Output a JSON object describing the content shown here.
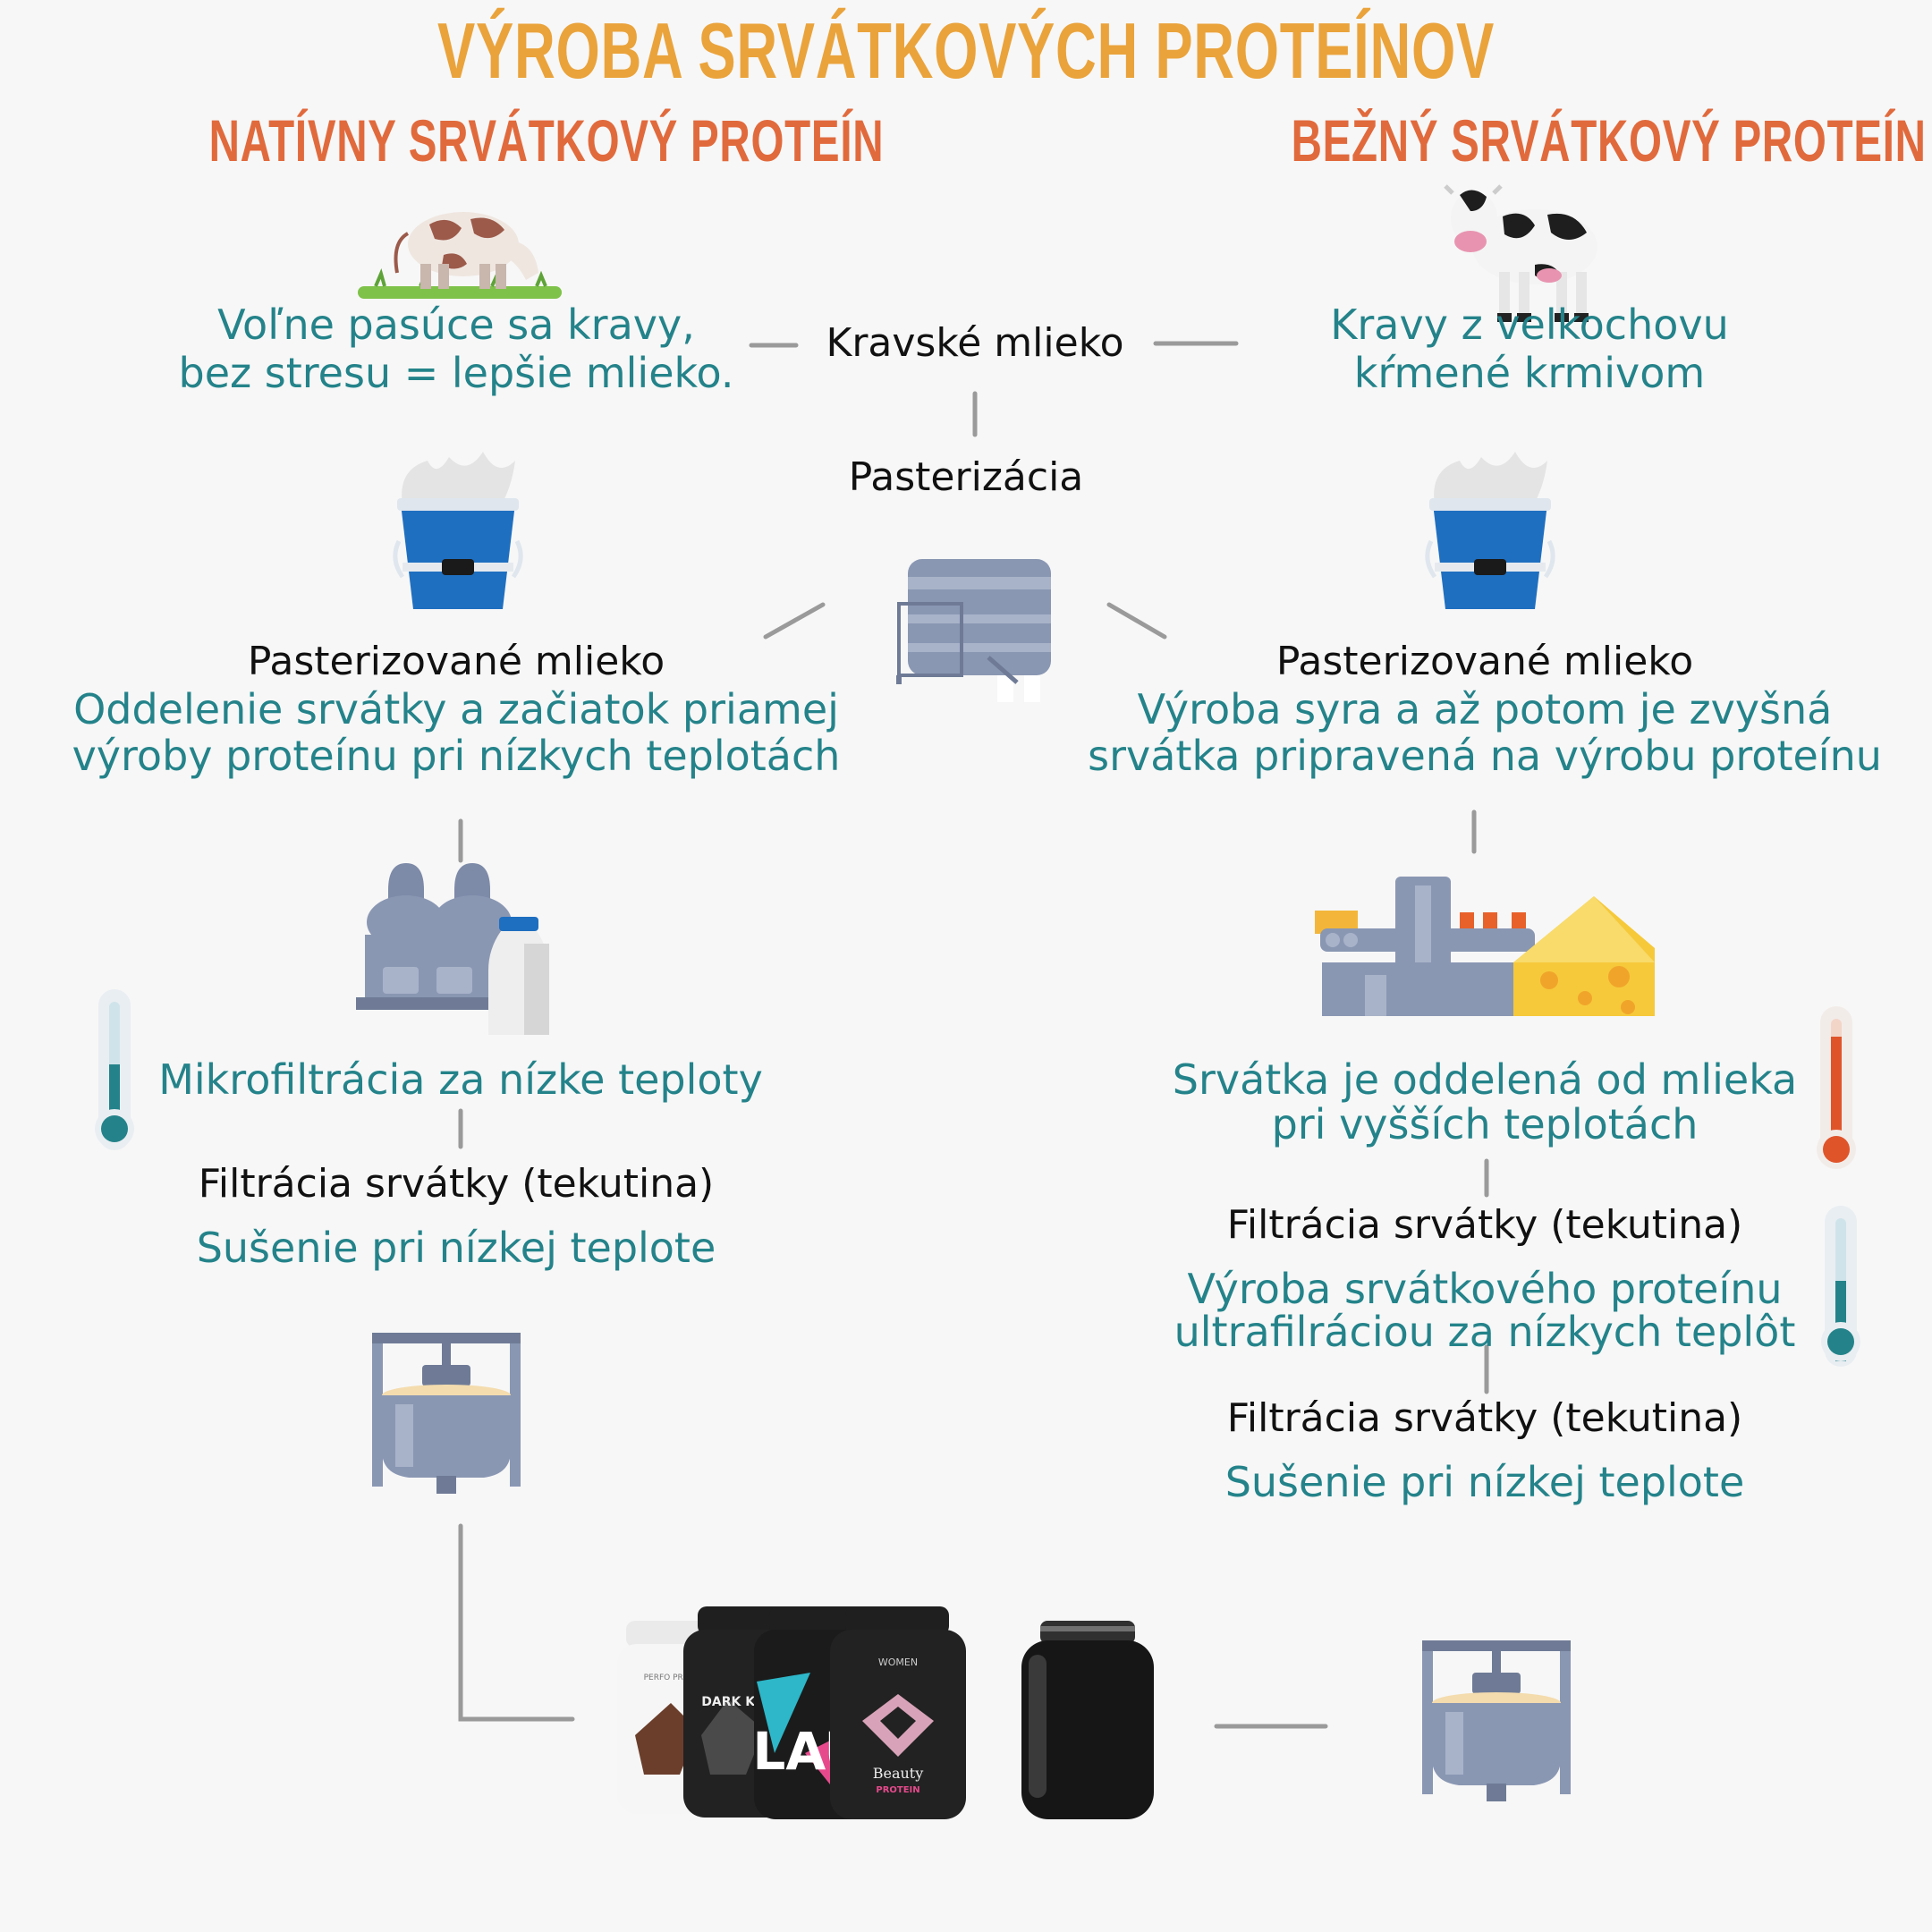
{
  "title": "VÝROBA SRVÁTKOVÝCH PROTEÍNOV",
  "left": {
    "heading": "NATÍVNY SRVÁTKOVÝ PROTEÍN",
    "cows_line1": "Voľne pasúce sa kravy,",
    "cows_line2": "bez stresu = lepšie mlieko.",
    "pasteurized": "Pasterizované mlieko",
    "separation_line1": "Oddelenie srvátky a začiatok priamej",
    "separation_line2": "výroby proteínu pri nízkych teplotách",
    "microfiltration": "Mikrofiltrácia za nízke teploty",
    "whey_filtration": "Filtrácia srvátky (tekutina)",
    "drying": "Sušenie pri nízkej teplote"
  },
  "center": {
    "milk": "Kravské mlieko",
    "pasteurization": "Pasterizácia"
  },
  "right": {
    "heading": "BEŽNÝ SRVÁTKOVÝ PROTEÍN",
    "cows_line1": "Kravy z velkochovu",
    "cows_line2": "kŕmené krmivom",
    "pasteurized": "Pasterizované mlieko",
    "cheese_line1": "Výroba syra a až potom je zvyšná",
    "cheese_line2": "srvátka pripravená na výrobu proteínu",
    "separation_line1": "Srvátka je oddelená od mlieka",
    "separation_line2": "pri vyšších teplotách",
    "whey_filtration_1": "Filtrácia srvátky (tekutina)",
    "ultra_line1": "Výroba srvátkového proteínu",
    "ultra_line2": "ultrafilráciou za nízkych teplôt",
    "whey_filtration_2": "Filtrácia srvátky (tekutina)",
    "drying": "Sušenie pri nízkej teplote"
  },
  "products": {
    "jar1_label": "PERFO PROT",
    "jar2_label": "DARK KN",
    "jar3_label": "LAU",
    "jar4_label": "WOMEN",
    "jar4_sub": "Beauty",
    "jar4_sub2": "PROTEIN"
  },
  "colors": {
    "title": "#eaa33b",
    "heading": "#e16a3d",
    "teal": "#24838a",
    "connector": "#9a9a9a",
    "bucket": "#1f6fc0",
    "machine": "#8a97b3"
  }
}
